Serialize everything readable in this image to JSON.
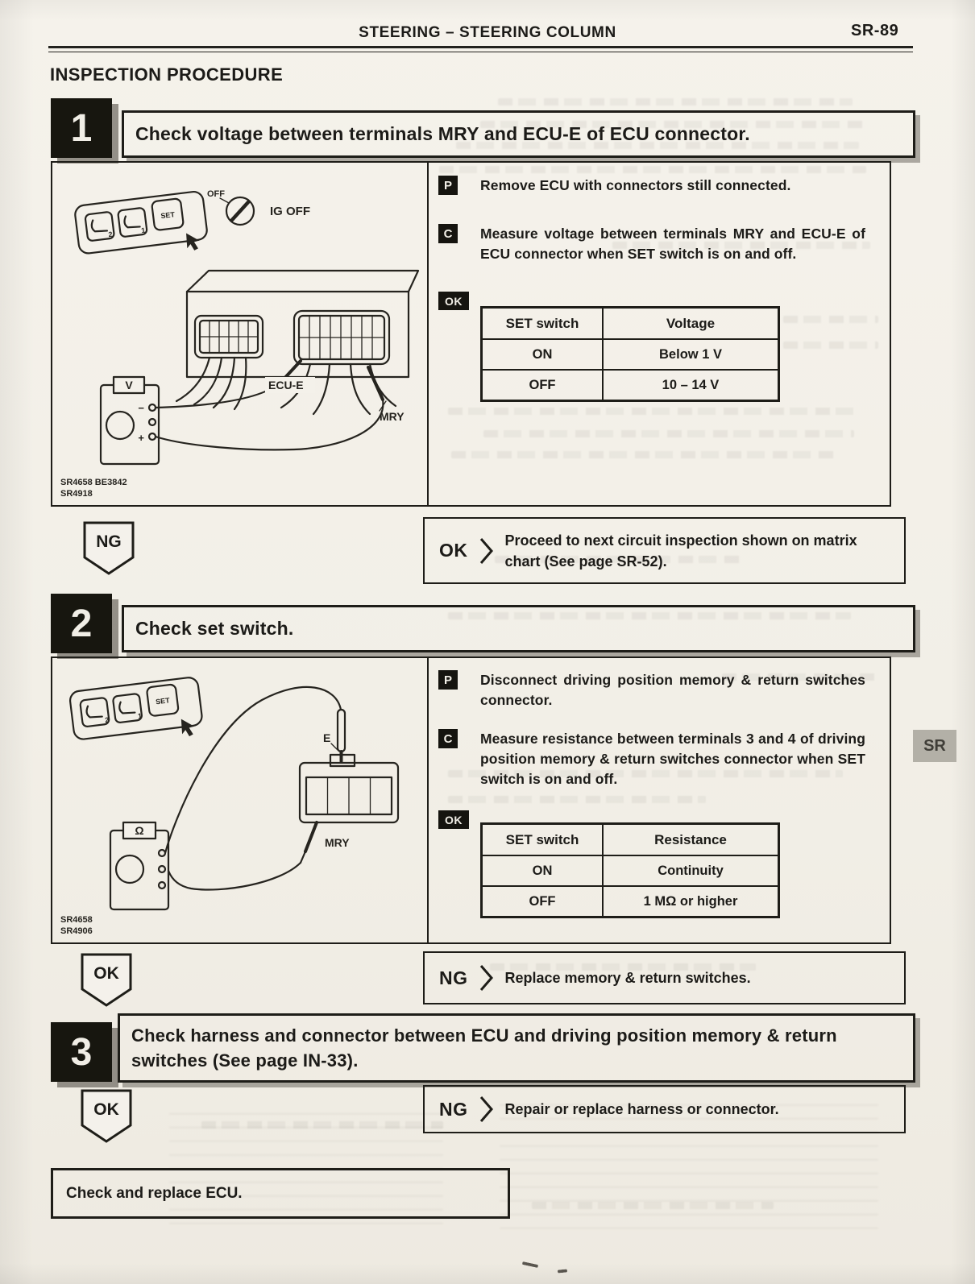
{
  "page": {
    "header_title": "STEERING – STEERING COLUMN",
    "page_number": "SR-89",
    "section_heading": "INSPECTION PROCEDURE",
    "side_tab": "SR",
    "final_note": "Check and replace ECU."
  },
  "tags": {
    "p": "P",
    "c": "C",
    "ok": "OK"
  },
  "steps": [
    {
      "number": "1",
      "title": "Check voltage between terminals MRY and ECU-E of ECU connector.",
      "p_text": "Remove ECU with connectors still connected.",
      "c_text": "Measure voltage between terminals MRY and ECU-E of ECU connector when SET switch is on and off.",
      "table": {
        "headers": [
          "SET switch",
          "Voltage"
        ],
        "rows": [
          [
            "ON",
            "Below 1 V"
          ],
          [
            "OFF",
            "10 – 14 V"
          ]
        ]
      },
      "ng_badge": "NG",
      "ok_label": "OK",
      "ok_result": "Proceed to next circuit inspection shown on matrix chart (See page SR-52).",
      "diagram": {
        "off_label": "OFF",
        "ig_off_label": "IG OFF",
        "ecu_e_label": "ECU-E",
        "mry_label": "MRY",
        "meter_label": "V",
        "btn2": "2",
        "btn1": "1",
        "set_btn": "SET",
        "minus": "−",
        "plus": "+",
        "code1": "SR4658 BE3842",
        "code2": "SR4918"
      }
    },
    {
      "number": "2",
      "title": "Check set switch.",
      "p_text": "Disconnect driving position memory & return switches connector.",
      "c_text": "Measure resistance between terminals 3 and 4 of driving position memory & return switches connector when SET switch is on and off.",
      "table": {
        "headers": [
          "SET switch",
          "Resistance"
        ],
        "rows": [
          [
            "ON",
            "Continuity"
          ],
          [
            "OFF",
            "1 MΩ or higher"
          ]
        ]
      },
      "ok_badge": "OK",
      "ng_label": "NG",
      "ng_result": "Replace memory & return switches.",
      "diagram": {
        "e_label": "E",
        "mry_label": "MRY",
        "meter_label": "Ω",
        "btn2": "2",
        "btn1": "1",
        "set_btn": "SET",
        "code1": "SR4658",
        "code2": "SR4906"
      }
    },
    {
      "number": "3",
      "title": "Check harness and connector between ECU and driving position memory & return switches (See page IN-33).",
      "ok_badge": "OK",
      "ng_label": "NG",
      "ng_result": "Repair or replace harness or connector."
    }
  ]
}
